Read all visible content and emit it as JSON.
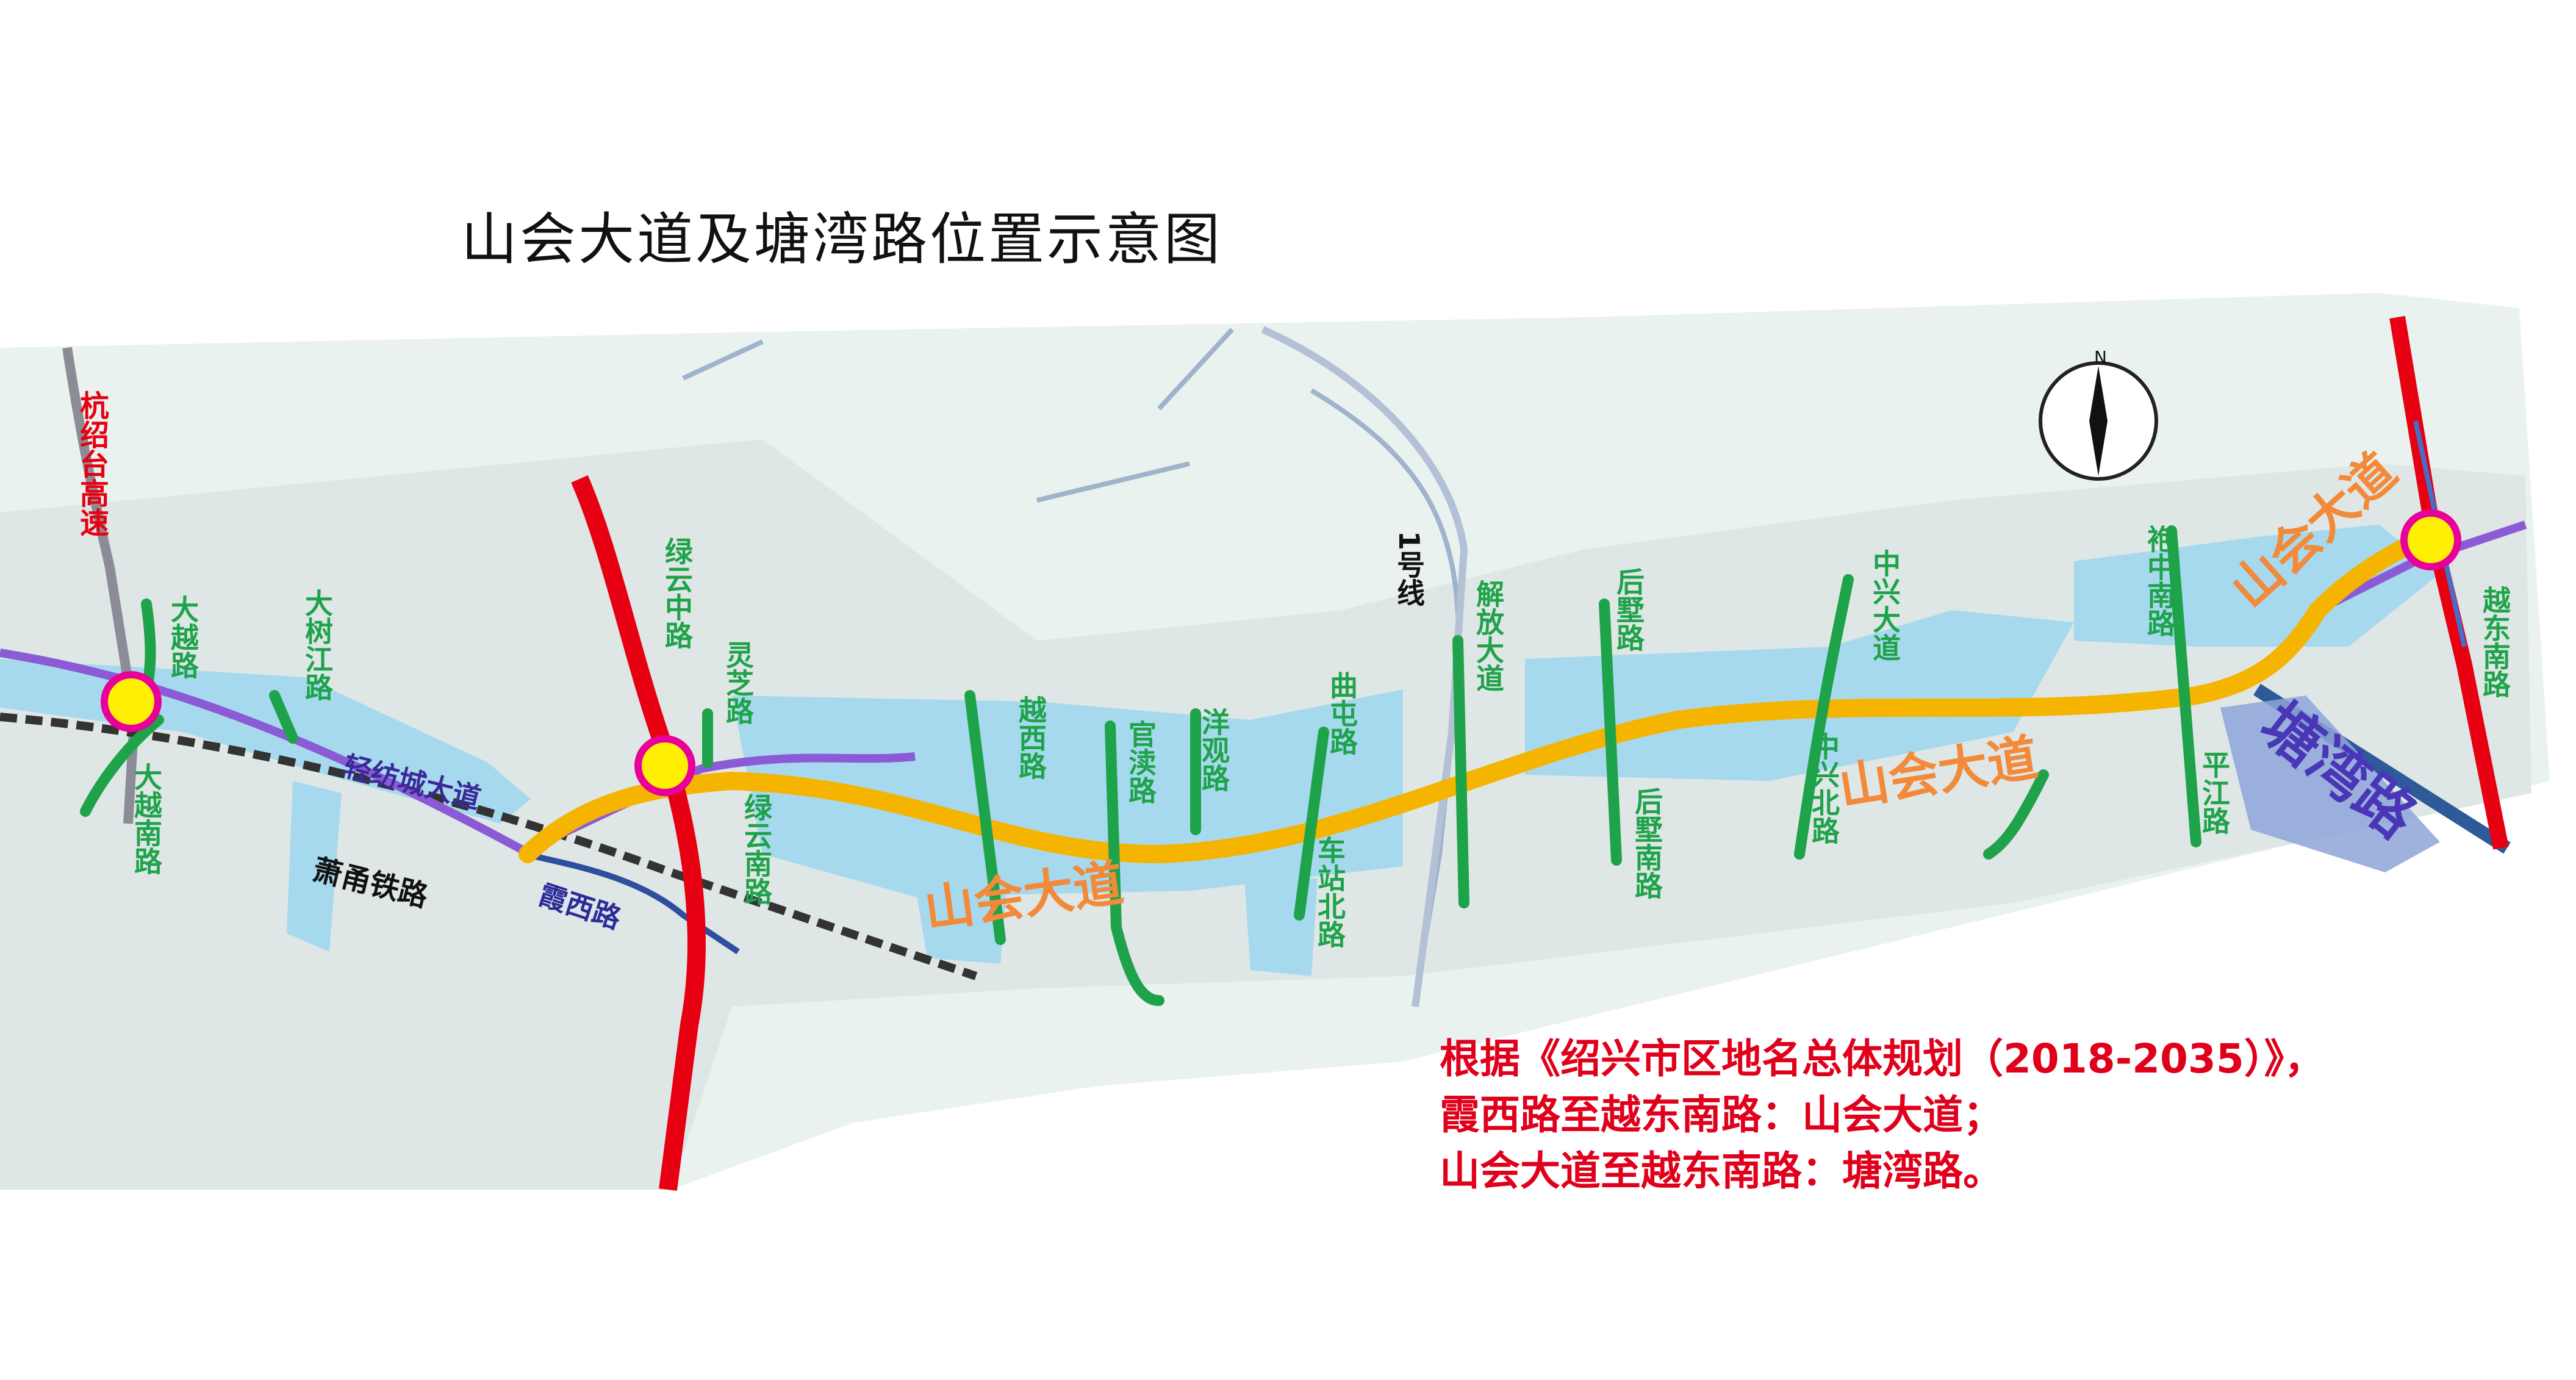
{
  "title": "山会大道及塘湾路位置示意图",
  "expressway": "杭绍台高速",
  "metro_line": "1号线",
  "railway": "萧甬铁路",
  "avenue_purple": "轻纺城大道",
  "road_xiaxi": "霞西路",
  "main_road": "山会大道",
  "tangwan_road": "塘湾路",
  "cross_roads": {
    "dayue": "大越路",
    "dayue_south": "大越南路",
    "dashujiang": "大树江路",
    "lvyun_mid": "绿云中路",
    "lvyun_south": "绿云南路",
    "lingzhi": "灵芝路",
    "yuexi": "越西路",
    "guandu": "官渎路",
    "yangguan": "洋观路",
    "qutun": "曲屯路",
    "chezhan_north": "车站北路",
    "jiefang": "解放大道",
    "houshu": "后墅路",
    "houshu_south": "后墅南路",
    "zhongxing": "中兴大道",
    "zhongxing_north": "中兴北路",
    "paozhong_south": "袍中南路",
    "pingjiang": "平江路",
    "yuedong_south": "越东南路"
  },
  "note": [
    "根据《绍兴市区地名总体规划（2018-2035）》，",
    "霞西路至越东南路：山会大道；",
    "山会大道至越东南路：塘湾路。"
  ],
  "colors": {
    "main_road": "#f5b400",
    "expressway": "#e60012",
    "cross_road": "#1fa34a",
    "label_green": "#1fa34a",
    "avenue_purple": "#8b5bd6",
    "tangwan": "#2e5a99",
    "water": "#a8dcef",
    "land": "#e9f2ee",
    "note_text": "#e0001b",
    "main_label": "#f28a3a"
  },
  "icons": [
    "north-arrow-icon",
    "interchange-icon"
  ]
}
